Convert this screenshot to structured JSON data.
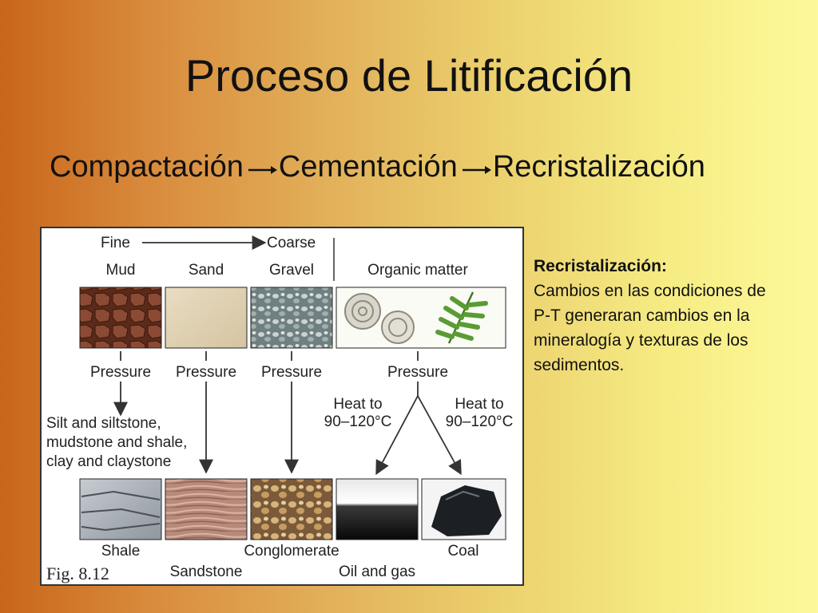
{
  "title": "Proceso de Litificación",
  "process_steps": [
    "Compactación",
    "Cementación",
    "Recristalización"
  ],
  "side_note": {
    "heading": "Recristalización:",
    "body": "Cambios en las condiciones de P-T generaran cambios en la mineralogía y texturas de los sedimentos."
  },
  "figure": {
    "scale_start": "Fine",
    "scale_end": "Coarse",
    "sources": [
      "Mud",
      "Sand",
      "Gravel",
      "Organic matter"
    ],
    "pressure": [
      "Pressure",
      "Pressure",
      "Pressure",
      "Pressure"
    ],
    "heat_left": [
      "Heat to",
      "90–120°C"
    ],
    "heat_right": [
      "Heat to",
      "90–120°C"
    ],
    "mud_products": [
      "Silt and siltstone,",
      "mudstone and shale,",
      "clay and claystone"
    ],
    "results": [
      "Shale",
      "Sandstone",
      "Conglomerate",
      "Oil and gas",
      "Coal"
    ],
    "caption": "Fig. 8.12"
  }
}
